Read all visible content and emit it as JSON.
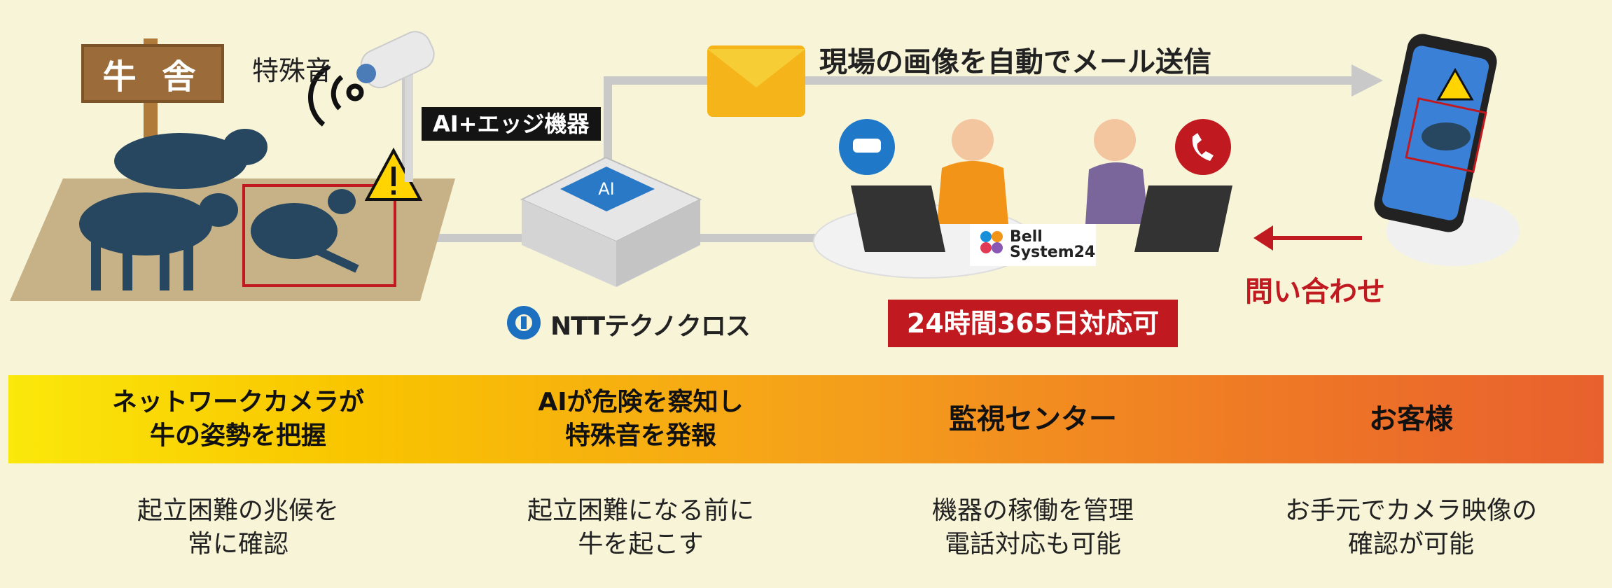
{
  "scene": {
    "barn_sign": "牛 舎",
    "sound_label": "特殊音",
    "ai_edge_label": "AI+エッジ機器",
    "email_label": "現場の画像を自動でメール送信",
    "provider_logo": "NTTテクノクロス",
    "call_center_logo": {
      "line1": "Bell",
      "line2": "System24"
    },
    "availability_badge": "24時間365日対応可",
    "inquiry_label": "問い合わせ",
    "colors": {
      "accent_red": "#c01920",
      "band_start": "#fae80a",
      "band_end": "#e8602e",
      "background": "#f8f4d8"
    }
  },
  "columns": [
    {
      "title": "ネットワークカメラが\n牛の姿勢を把握",
      "desc": "起立困難の兆候を\n常に確認"
    },
    {
      "title": "AIが危険を察知し\n特殊音を発報",
      "desc": "起立困難になる前に\n牛を起こす"
    },
    {
      "title": "監視センター",
      "desc": "機器の稼働を管理\n電話対応も可能"
    },
    {
      "title": "お客様",
      "desc": "お手元でカメラ映像の\n確認が可能"
    }
  ]
}
